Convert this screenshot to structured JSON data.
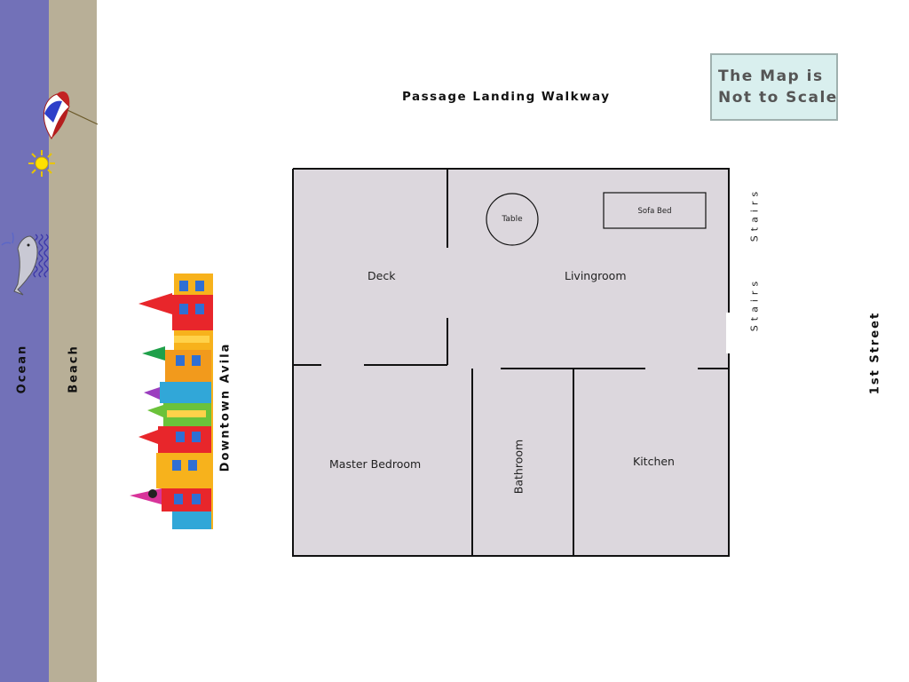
{
  "colors": {
    "ocean": "#7271b8",
    "beach": "#b8af97",
    "floor": "#dcd7dd",
    "wall": "#111111",
    "scale_box_fill": "#d9efee",
    "scale_box_text": "#555555"
  },
  "labels": {
    "ocean": "Ocean",
    "beach": "Beach",
    "downtown": "Downtown Avila",
    "walkway": "Passage Landing Walkway",
    "street": "1st Street",
    "scale_line1": "The Map is",
    "scale_line2": "Not to Scale",
    "stairs_top": "Stairs",
    "stairs_bottom": "Stairs"
  },
  "rooms": {
    "deck": "Deck",
    "livingroom": "Livingroom",
    "master_bedroom": "Master Bedroom",
    "bathroom": "Bathroom",
    "kitchen": "Kitchen"
  },
  "furniture": {
    "table": "Table",
    "sofa_bed": "Sofa Bed"
  },
  "icons": {
    "umbrella": "beach-umbrella-icon",
    "sun": "sun-icon",
    "whale": "whale-icon",
    "town": "colorful-buildings-illustration"
  }
}
